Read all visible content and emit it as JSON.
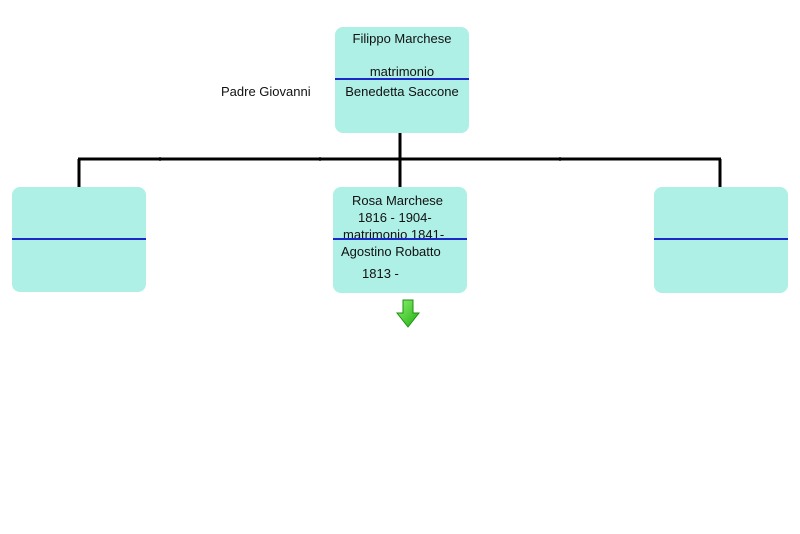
{
  "parents": {
    "father_name": "Filippo Marchese",
    "marriage_label": "matrimonio",
    "mother_name": "Benedetta Saccone",
    "father_of_label": "Padre Giovanni"
  },
  "children": [
    {
      "name": "",
      "spouse": ""
    },
    {
      "name": "Rosa Marchese",
      "dates": "1816 - 1904-",
      "marriage": "matrimonio 1841-",
      "spouse": "Agostino Robatto",
      "spouse_dates": "1813 -"
    },
    {
      "name": "",
      "spouse": ""
    }
  ],
  "colors": {
    "box_fill": "#aeefe6",
    "divider": "#1a27c9",
    "connector": "#000000",
    "arrow": "#3fd62a"
  },
  "icons": {
    "expand": "green-down-arrow-icon"
  }
}
